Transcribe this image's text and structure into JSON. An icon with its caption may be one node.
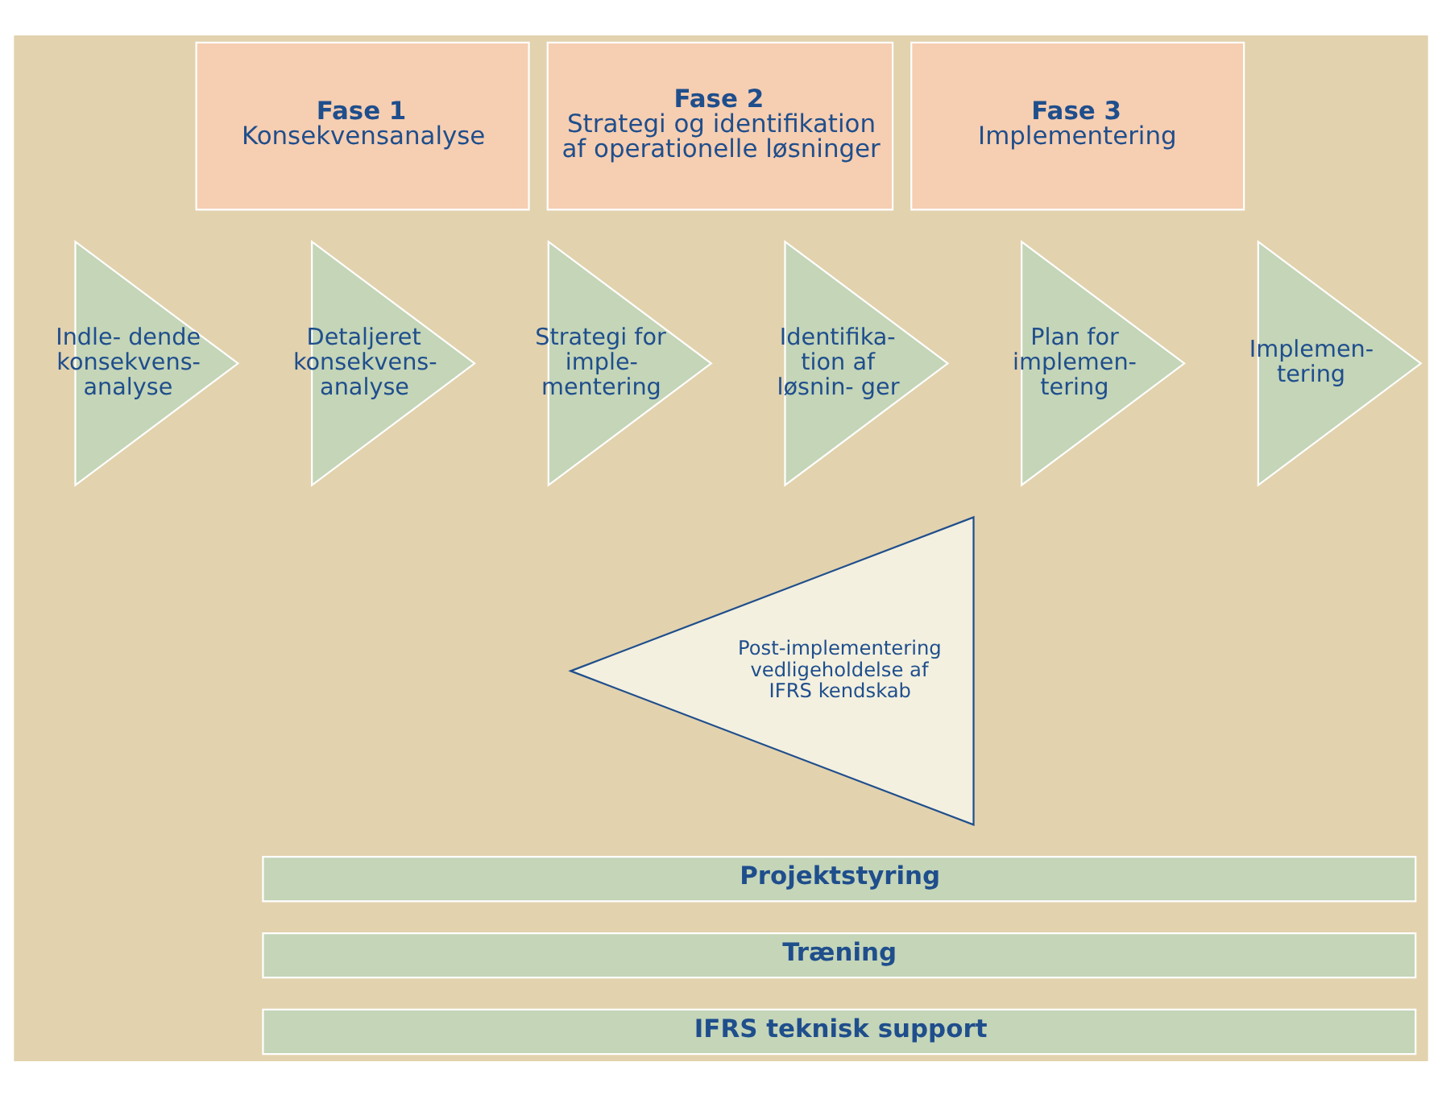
{
  "diagram": {
    "nodes": [
      {
        "text": [
          "Fase 1",
          "Konsekvensanalyse"
        ]
      },
      {
        "text": [
          "Fase 2",
          "Strategi og identifikation af operationelle løsninger"
        ]
      },
      {
        "text": [
          "Fase 3",
          "Implementering"
        ]
      },
      {
        "text": [
          "Indle- dende konsekvens- analyse"
        ]
      },
      {
        "text": [
          "Detaljeret konsekvens- analyse"
        ]
      },
      {
        "text": [
          "Strategi for imple- mentering"
        ]
      },
      {
        "text": [
          "Identifika- tion af løsnin- ger"
        ]
      },
      {
        "text": [
          "Plan for implemen- tering"
        ]
      },
      {
        "text": [
          "Implemen- tering"
        ]
      },
      {
        "text": [
          "Post-implementering vedligeholdelse af IFRS kendskab"
        ]
      },
      {
        "text": [
          "Projektstyring"
        ]
      },
      {
        "text": [
          "Træning"
        ]
      },
      {
        "text": [
          "IFRS teknisk support"
        ]
      }
    ],
    "edges": []
  }
}
